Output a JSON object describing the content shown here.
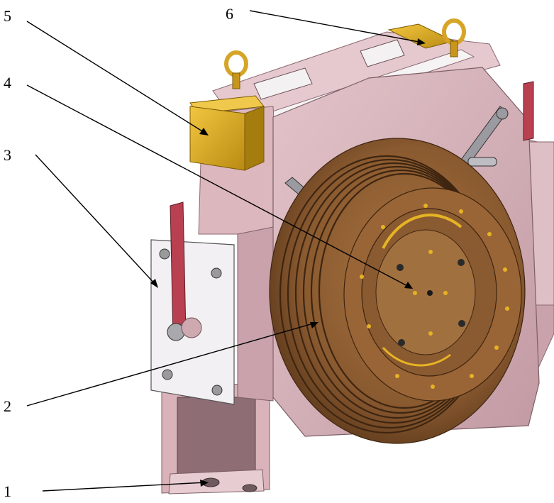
{
  "callouts": [
    {
      "number": "1"
    },
    {
      "number": "2"
    },
    {
      "number": "3"
    },
    {
      "number": "4"
    },
    {
      "number": "5"
    },
    {
      "number": "6"
    }
  ],
  "colors": {
    "housing": "#cfa8b0",
    "housing_dark": "#b48f98",
    "housing_light": "#e3c4ca",
    "sheave": "#8a5a30",
    "sheave_dark": "#4a2e16",
    "sheave_light": "#a8743f",
    "yellow": "#e6b325",
    "yellow_dark": "#b98a12",
    "brake_white": "#f2f0f2",
    "lever": "#b84050",
    "steel": "#8f8f95"
  }
}
